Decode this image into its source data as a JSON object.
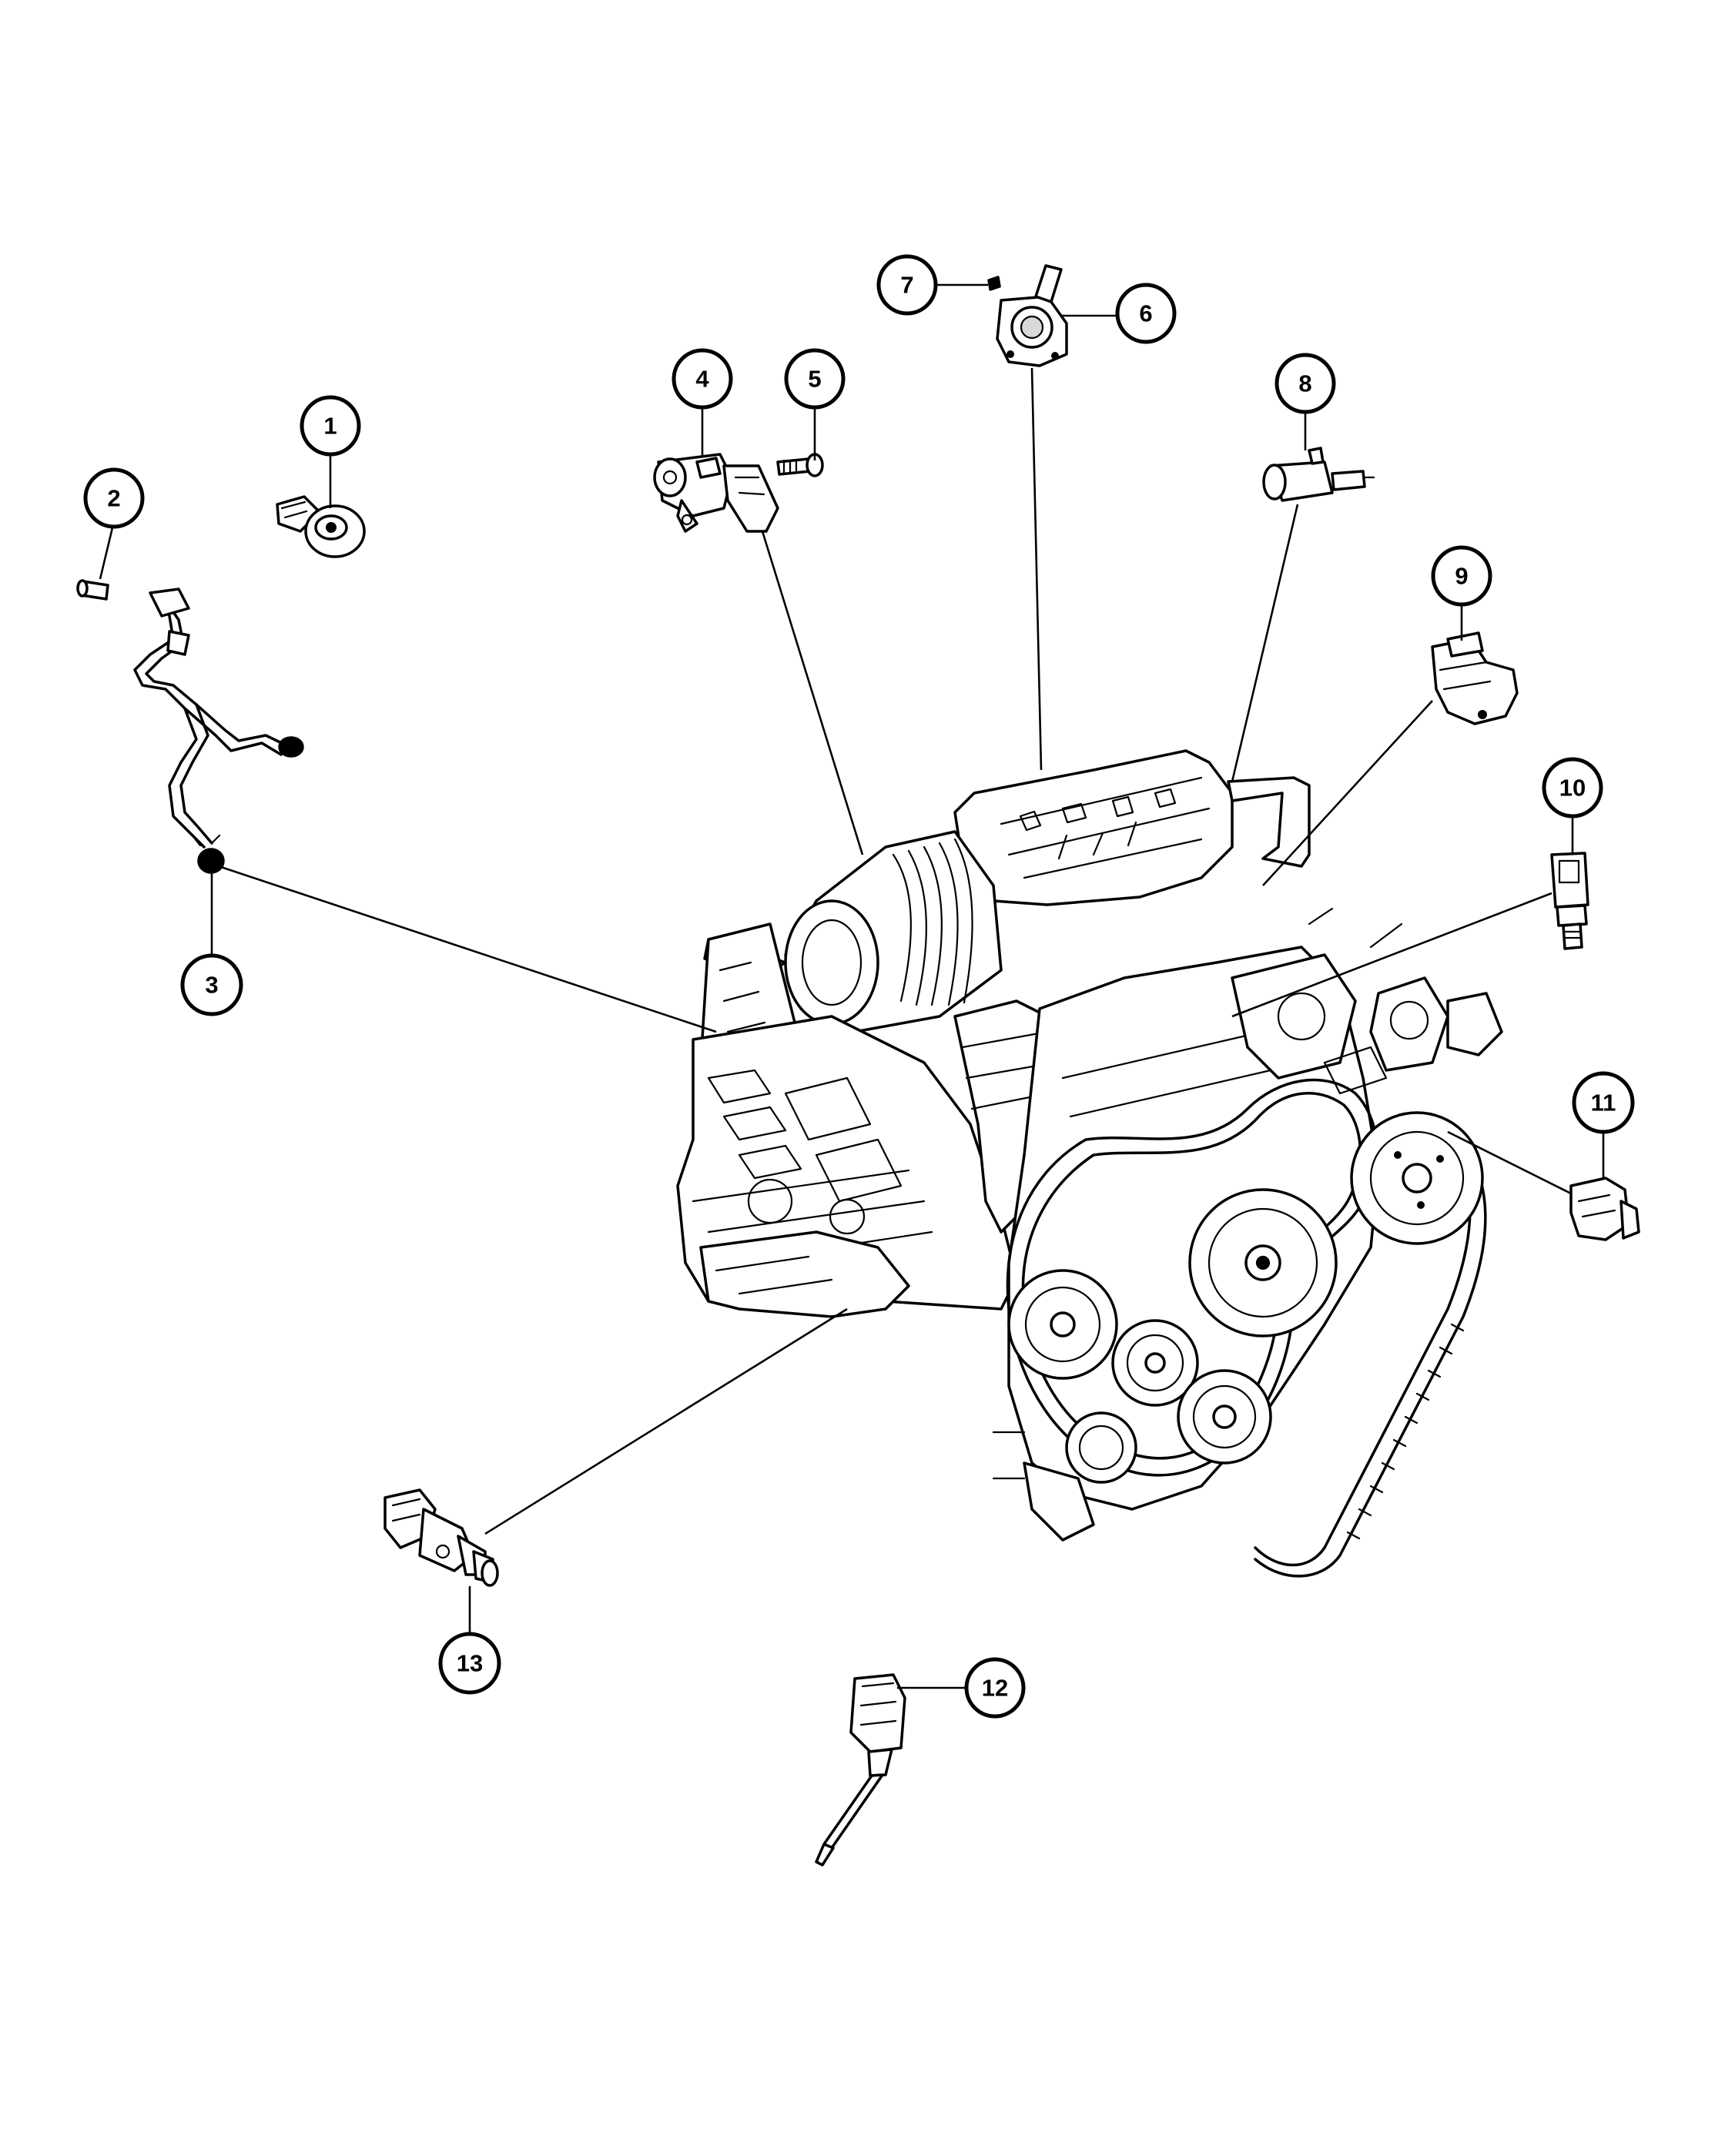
{
  "diagram": {
    "callouts": [
      {
        "id": "1",
        "label": "1"
      },
      {
        "id": "2",
        "label": "2"
      },
      {
        "id": "3",
        "label": "3"
      },
      {
        "id": "4",
        "label": "4"
      },
      {
        "id": "5",
        "label": "5"
      },
      {
        "id": "6",
        "label": "6"
      },
      {
        "id": "7",
        "label": "7"
      },
      {
        "id": "8",
        "label": "8"
      },
      {
        "id": "9",
        "label": "9"
      },
      {
        "id": "10",
        "label": "10"
      },
      {
        "id": "11",
        "label": "11"
      },
      {
        "id": "12",
        "label": "12"
      },
      {
        "id": "13",
        "label": "13"
      }
    ],
    "parts": [
      {
        "callout": "1",
        "icon": "knock-sensor-icon"
      },
      {
        "callout": "2",
        "icon": "bolt-icon"
      },
      {
        "callout": "3",
        "icon": "wiring-harness-icon"
      },
      {
        "callout": "4",
        "icon": "sensor-bracket-icon"
      },
      {
        "callout": "5",
        "icon": "screw-icon"
      },
      {
        "callout": "6",
        "icon": "throttle-position-sensor-icon"
      },
      {
        "callout": "7",
        "icon": "small-screw-icon"
      },
      {
        "callout": "8",
        "icon": "sensor-icon"
      },
      {
        "callout": "9",
        "icon": "map-sensor-icon"
      },
      {
        "callout": "10",
        "icon": "temperature-sensor-icon"
      },
      {
        "callout": "11",
        "icon": "sensor-icon"
      },
      {
        "callout": "12",
        "icon": "probe-sensor-icon"
      },
      {
        "callout": "13",
        "icon": "crankshaft-position-sensor-icon"
      }
    ],
    "engine_icon": "engine-assembly-icon",
    "colors": {
      "line": "#000000",
      "background": "#ffffff"
    }
  }
}
